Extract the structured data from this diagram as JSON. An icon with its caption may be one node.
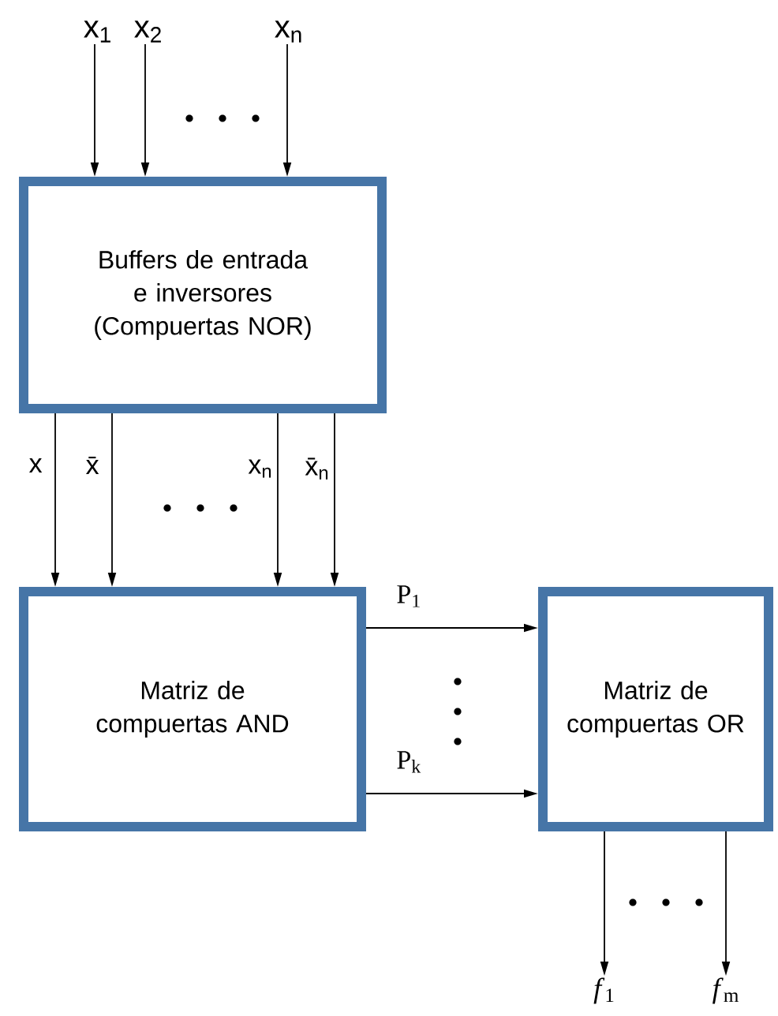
{
  "diagram": {
    "nodes": [
      {
        "text": [
          "Buffers de entrada e inversores (Compuertas NOR)"
        ]
      },
      {
        "text": [
          "Matriz de compuertas AND"
        ]
      },
      {
        "text": [
          "Matriz de compuertas OR"
        ]
      },
      {
        "text": [
          "x$_{1}$"
        ]
      },
      {
        "text": [
          "x$_{2}$"
        ]
      },
      {
        "text": [
          "x$_{n}$"
        ]
      },
      {
        "text": [
          "*f*$_{1}$"
        ]
      },
      {
        "text": [
          "*f*$_{m}$"
        ]
      }
    ],
    "edges": [
      {
        "from": 3,
        "to": 0,
        "arrow": "to"
      },
      {
        "from": 4,
        "to": 0,
        "arrow": "to"
      },
      {
        "from": 5,
        "to": 0,
        "arrow": "to"
      },
      {
        "from": 0,
        "to": 1,
        "arrow": "to",
        "label": "x"
      },
      {
        "from": 0,
        "to": 1,
        "arrow": "to",
        "label": "x̄"
      },
      {
        "from": 0,
        "to": 1,
        "arrow": "to",
        "label": "x$_{n}$"
      },
      {
        "from": 0,
        "to": 1,
        "arrow": "to",
        "label": "x̄$_{n}$"
      },
      {
        "from": 1,
        "to": 2,
        "arrow": "to",
        "label": "P$_{1}$"
      },
      {
        "from": 1,
        "to": 2,
        "arrow": "to",
        "label": "P$_{k}$"
      },
      {
        "from": 2,
        "to": 6,
        "arrow": "to"
      },
      {
        "from": 2,
        "to": 7,
        "arrow": "to"
      }
    ]
  }
}
